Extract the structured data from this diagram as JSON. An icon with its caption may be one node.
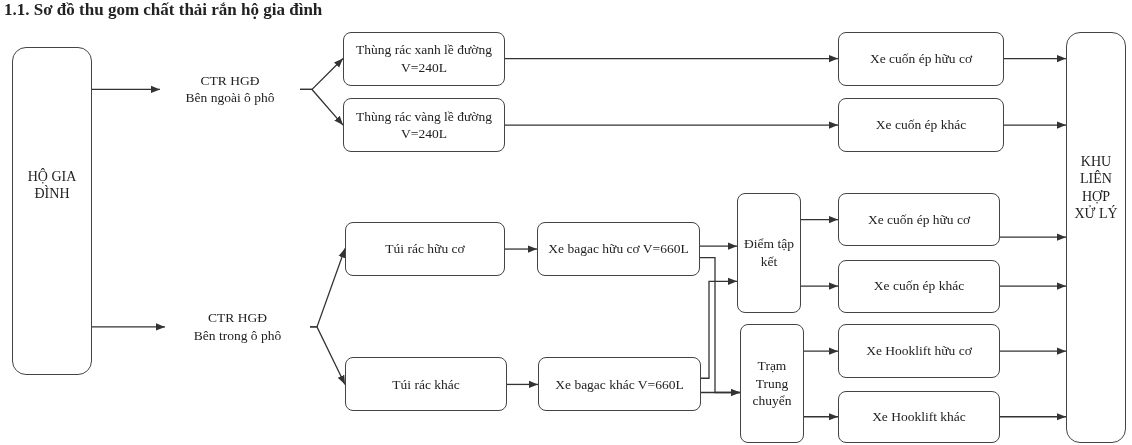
{
  "diagram": {
    "title": "1.1. Sơ đồ thu gom chất thải rắn hộ gia đình",
    "nodes": [
      {
        "text": [
          "HỘ GIA ĐÌNH"
        ]
      },
      {
        "text": [
          "CTR HGĐ",
          "Bên ngoài ô phô"
        ]
      },
      {
        "text": [
          "Thùng rác xanh lề đường V=240L"
        ]
      },
      {
        "text": [
          "Thùng rác vàng lề đường V=240L"
        ]
      },
      {
        "text": [
          "Xe cuốn ép hữu cơ"
        ]
      },
      {
        "text": [
          "Xe cuốn ép khác"
        ]
      },
      {
        "text": [
          "KHU LIÊN HỢP XỬ LÝ"
        ]
      },
      {
        "text": [
          "CTR HGĐ",
          "Bên trong ô phô"
        ]
      },
      {
        "text": [
          "Túi rác hữu cơ"
        ]
      },
      {
        "text": [
          "Túi rác khác"
        ]
      },
      {
        "text": [
          "Xe bagac hữu cơ V=660L"
        ]
      },
      {
        "text": [
          "Xe bagac khác V=660L"
        ]
      },
      {
        "text": [
          "Điểm tập kết"
        ]
      },
      {
        "text": [
          "Trạm Trung chuyển"
        ]
      },
      {
        "text": [
          "Xe cuốn ép hữu cơ"
        ]
      },
      {
        "text": [
          "Xe cuốn ép khác"
        ]
      },
      {
        "text": [
          "Xe Hooklift hữu cơ"
        ]
      },
      {
        "text": [
          "Xe Hooklift khác"
        ]
      }
    ],
    "edges": [
      {
        "from": 0,
        "to": 1,
        "arrow": "to"
      },
      {
        "from": 0,
        "to": 7,
        "arrow": "to"
      },
      {
        "from": 1,
        "to": 2,
        "arrow": "to"
      },
      {
        "from": 1,
        "to": 3,
        "arrow": "to"
      },
      {
        "from": 2,
        "to": 4,
        "arrow": "to"
      },
      {
        "from": 3,
        "to": 5,
        "arrow": "to"
      },
      {
        "from": 4,
        "to": 6,
        "arrow": "to"
      },
      {
        "from": 5,
        "to": 6,
        "arrow": "to"
      },
      {
        "from": 7,
        "to": 8,
        "arrow": "to"
      },
      {
        "from": 7,
        "to": 9,
        "arrow": "to"
      },
      {
        "from": 8,
        "to": 10,
        "arrow": "to"
      },
      {
        "from": 9,
        "to": 11,
        "arrow": "to"
      },
      {
        "from": 10,
        "to": 12,
        "arrow": "to"
      },
      {
        "from": 10,
        "to": 13,
        "arrow": "to"
      },
      {
        "from": 11,
        "to": 12,
        "arrow": "to"
      },
      {
        "from": 11,
        "to": 13,
        "arrow": "to"
      },
      {
        "from": 12,
        "to": 14,
        "arrow": "to"
      },
      {
        "from": 12,
        "to": 15,
        "arrow": "to"
      },
      {
        "from": 13,
        "to": 16,
        "arrow": "to"
      },
      {
        "from": 13,
        "to": 17,
        "arrow": "to"
      },
      {
        "from": 14,
        "to": 6,
        "arrow": "to"
      },
      {
        "from": 15,
        "to": 6,
        "arrow": "to"
      },
      {
        "from": 16,
        "to": 6,
        "arrow": "to"
      },
      {
        "from": 17,
        "to": 6,
        "arrow": "to"
      }
    ]
  }
}
